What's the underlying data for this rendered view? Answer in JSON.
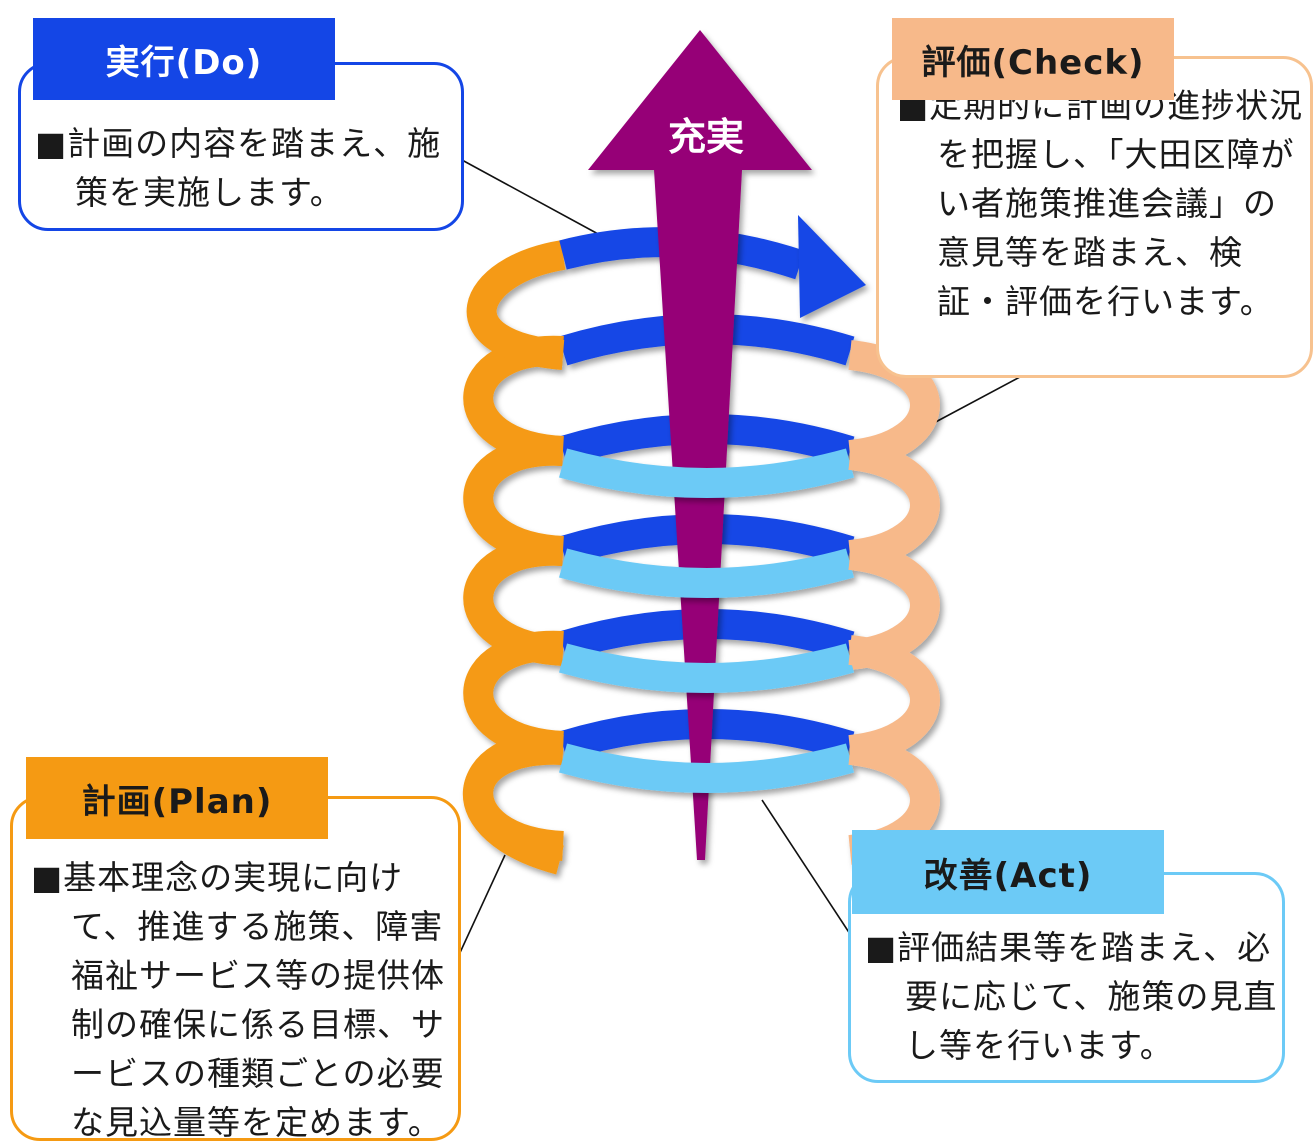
{
  "center_arrow": {
    "label": "充実",
    "color": "#960077"
  },
  "colors": {
    "do": "#1446e6",
    "check": "#f7b98a",
    "plan": "#f59a13",
    "act": "#6ccaf6"
  },
  "do": {
    "title": "実行(Do)",
    "lines": [
      "■計画の内容を踏まえ、施策を実施します。"
    ]
  },
  "check": {
    "title": "評価(Check)",
    "lines": [
      "■定期的に計画の進捗状況を把握し、「大田区障がい者施策推進会議」の意見等を踏まえ、検証・評価を行います。"
    ]
  },
  "plan": {
    "title": "計画(Plan)",
    "lines": [
      "■基本理念の実現に向けて、推進する施策、障害福祉サービス等の提供体制の確保に係る目標、サービスの種類ごとの必要な見込量等を定めます。"
    ]
  },
  "act": {
    "title": "改善(Act)",
    "lines": [
      "■評価結果等を踏まえ、必要に応じて、施策の見直し等を行います。"
    ]
  }
}
